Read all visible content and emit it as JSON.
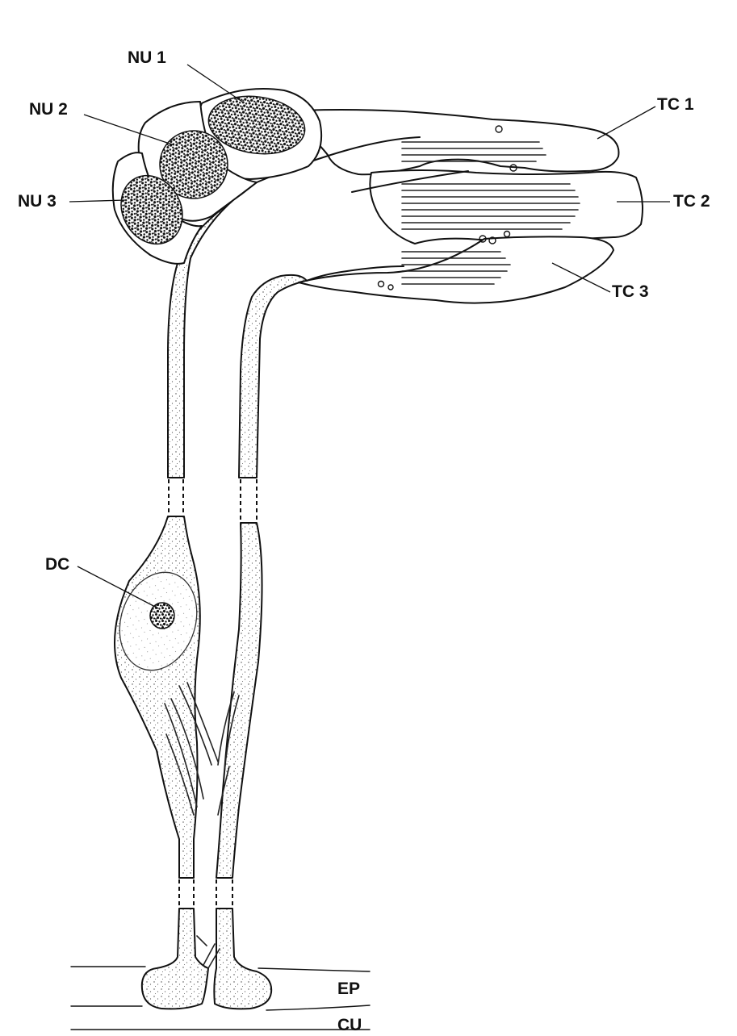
{
  "labels": {
    "nu1": "NU 1",
    "nu2": "NU 2",
    "nu3": "NU 3",
    "tc1": "TC 1",
    "tc2": "TC 2",
    "tc3": "TC 3",
    "dc": "DC",
    "ep": "EP",
    "cu": "CU"
  },
  "colors": {
    "ink": "#111111",
    "background": "#ffffff"
  }
}
